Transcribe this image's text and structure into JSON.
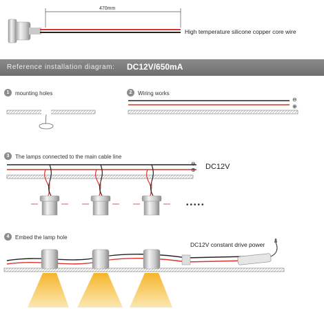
{
  "cable": {
    "length_label": "470mm",
    "description": "High temperature silicone copper core wire"
  },
  "banner": {
    "label": "Reference installation diagram:",
    "spec": "DC12V/650mA"
  },
  "steps": [
    {
      "number": "1",
      "label": "mounting holes"
    },
    {
      "number": "2",
      "label": "Wiring works"
    },
    {
      "number": "3",
      "label": "The lamps connected to the main cable line"
    },
    {
      "number": "4",
      "label": "Embed the lamp hole"
    }
  ],
  "polarity": {
    "minus": "⊖",
    "plus": "⊕"
  },
  "step3": {
    "voltage": "DC12V",
    "continuation": "•••••"
  },
  "step4": {
    "driver_label": "DC12V constant drive power"
  },
  "colors": {
    "red_wire": "#d9342b",
    "black_wire": "#222222",
    "light": "#f0b030",
    "banner": "#7a7a7a"
  }
}
